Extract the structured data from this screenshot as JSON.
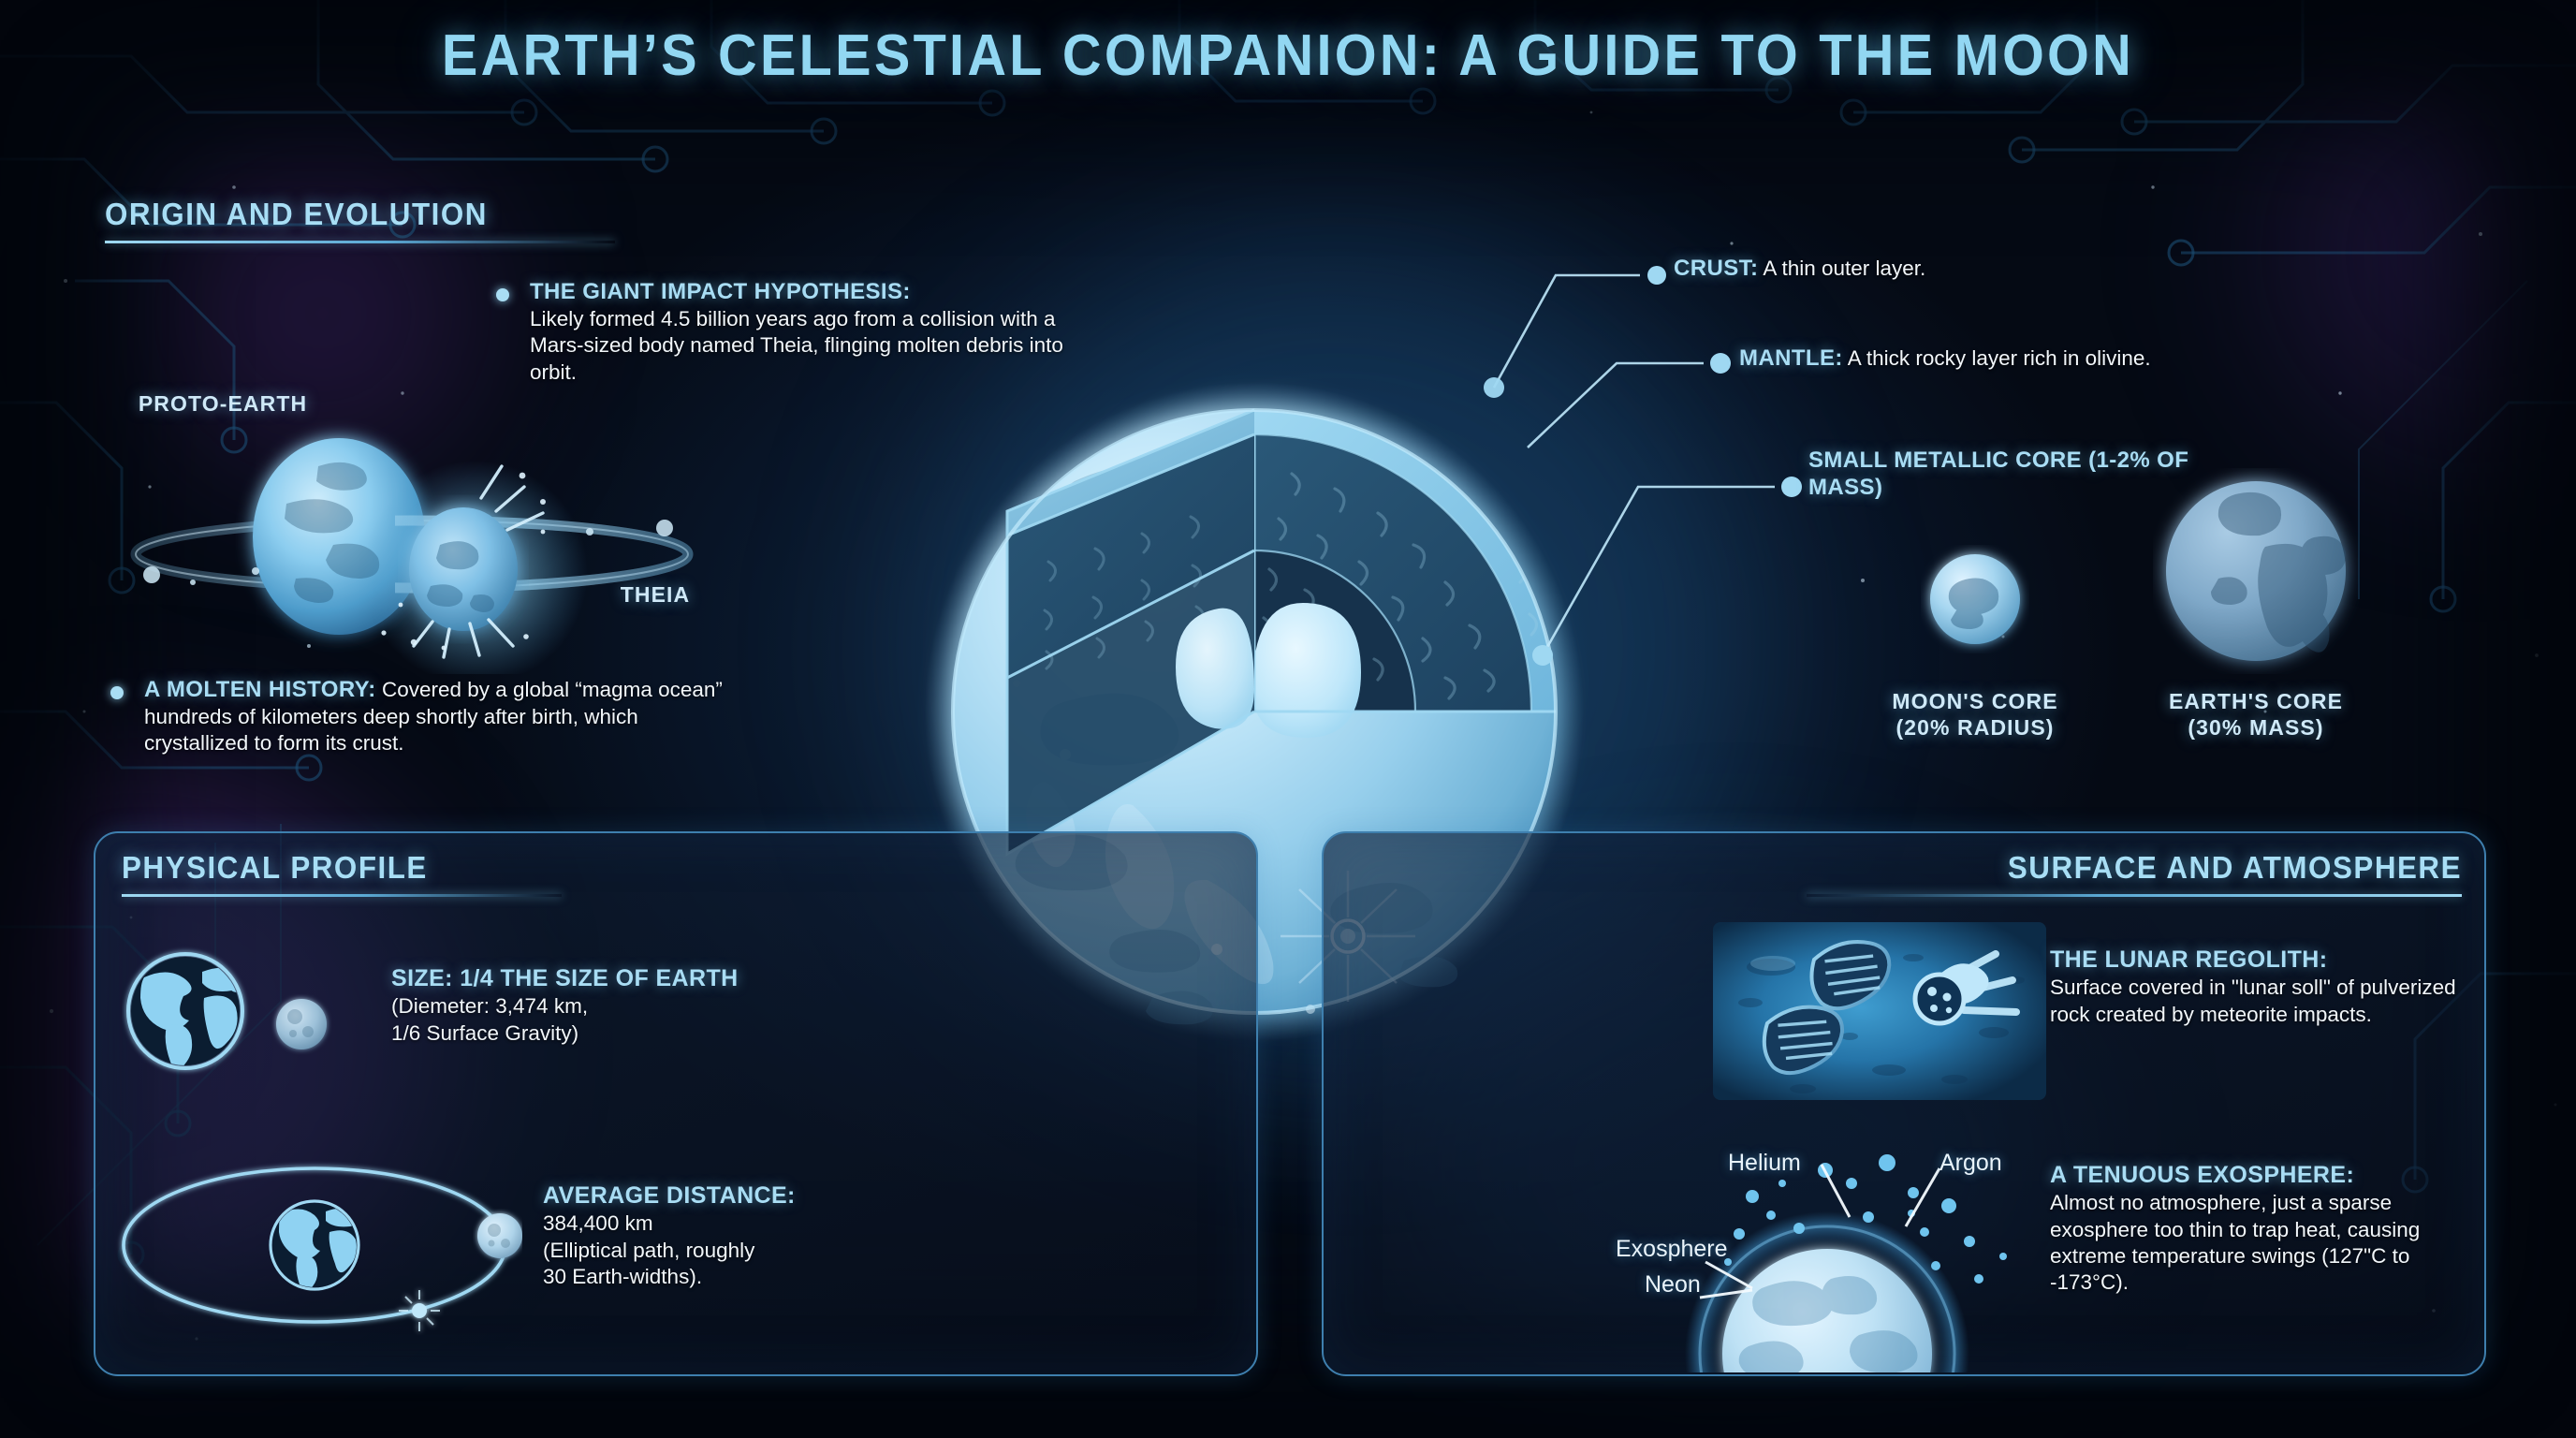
{
  "title": "EARTH’S CELESTIAL COMPANION: A GUIDE TO THE MOON",
  "colors": {
    "accent": "#a9ddf4",
    "heading": "#92d7f2",
    "body": "#f2f7fb",
    "panel_border": "#3e7fae",
    "background": "#060a14"
  },
  "sections": {
    "origin": {
      "heading": "ORIGIN AND EVOLUTION",
      "diagram": {
        "proto_earth_label": "PROTO-EARTH",
        "theia_label": "THEIA"
      },
      "bullets": [
        {
          "lead": "THE GIANT IMPACT HYPOTHESIS:",
          "body": "Likely formed 4.5 billion years ago from a collision with a Mars-sized body named Theia, flinging molten debris into orbit."
        },
        {
          "lead": "A MOLTEN HISTORY:",
          "body": "Covered by a global “magma ocean” hundreds of kilometers deep shortly after birth, which crystallized to form its crust."
        }
      ]
    },
    "interior": {
      "callouts": [
        {
          "lead": "CRUST:",
          "body": "A thin outer layer."
        },
        {
          "lead": "MANTLE:",
          "body": "A thick rocky layer rich in olivine."
        },
        {
          "lead": "SMALL METALLIC CORE (1-2% OF MASS)",
          "body": ""
        }
      ],
      "comparison": [
        {
          "label_line1": "MOON'S CORE",
          "label_line2": "(20% RADIUS)"
        },
        {
          "label_line1": "EARTH'S CORE",
          "label_line2": "(30% MASS)"
        }
      ]
    },
    "physical": {
      "heading": "PHYSICAL PROFILE",
      "items": [
        {
          "lead": "SIZE: 1/4 THE SIZE OF EARTH",
          "body": "(Diemeter: 3,474 km,\n1/6 Surface Gravity)"
        },
        {
          "lead": "AVERAGE DISTANCE:",
          "body": "384,400 km\n(Elliptical path, roughly\n30 Earth-widths)."
        }
      ]
    },
    "surface": {
      "heading": "SURFACE AND ATMOSPHERE",
      "items": [
        {
          "lead": "THE LUNAR REGOLITH:",
          "body": "Surface covered in \"lunar soll\" of pulverized rock created by meteorite impacts."
        },
        {
          "lead": "A TENUOUS EXOSPHERE:",
          "body": "Almost no atmosphere, just a sparse exosphere too thin to trap heat, causing extreme temperature swings (127\"C to -173°C)."
        }
      ],
      "exosphere_diagram_labels": {
        "helium": "Helium",
        "argon": "Argon",
        "exosphere": "Exosphere",
        "neon": "Neon"
      }
    }
  }
}
